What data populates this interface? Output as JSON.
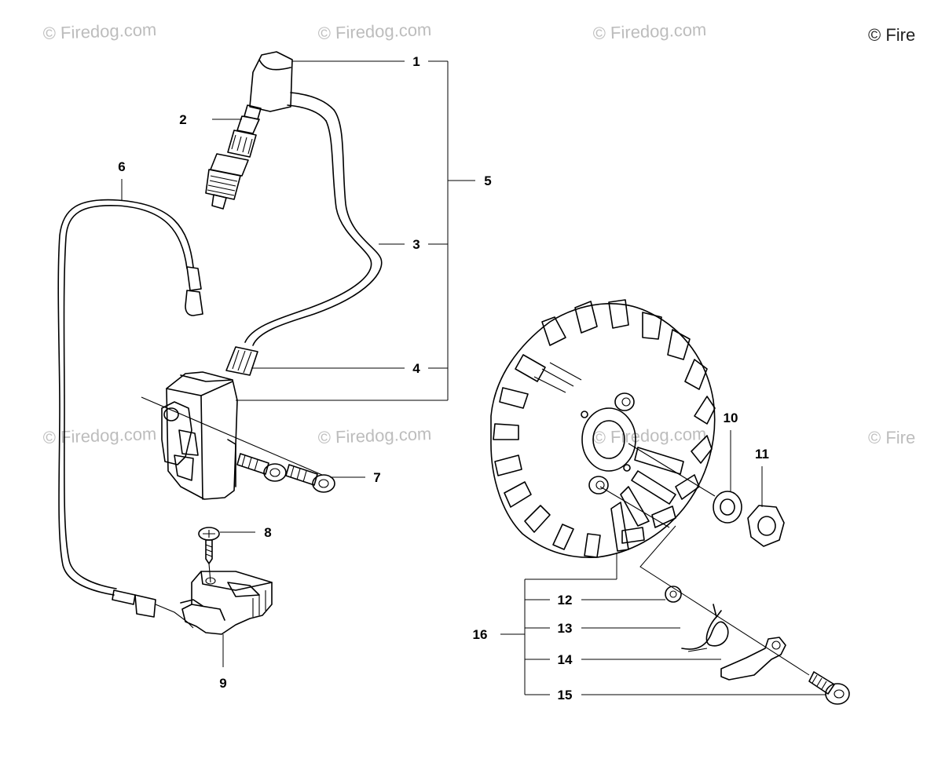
{
  "watermarks": [
    "© Firedog.com",
    "© Firedog.com",
    "© Firedog.com",
    "© Fire",
    "© Firedog.com",
    "© Firedog.com",
    "© Firedog.com",
    "© Fire"
  ],
  "callouts": [
    "1",
    "2",
    "3",
    "4",
    "5",
    "6",
    "7",
    "8",
    "9",
    "10",
    "11",
    "12",
    "13",
    "14",
    "15",
    "16"
  ]
}
